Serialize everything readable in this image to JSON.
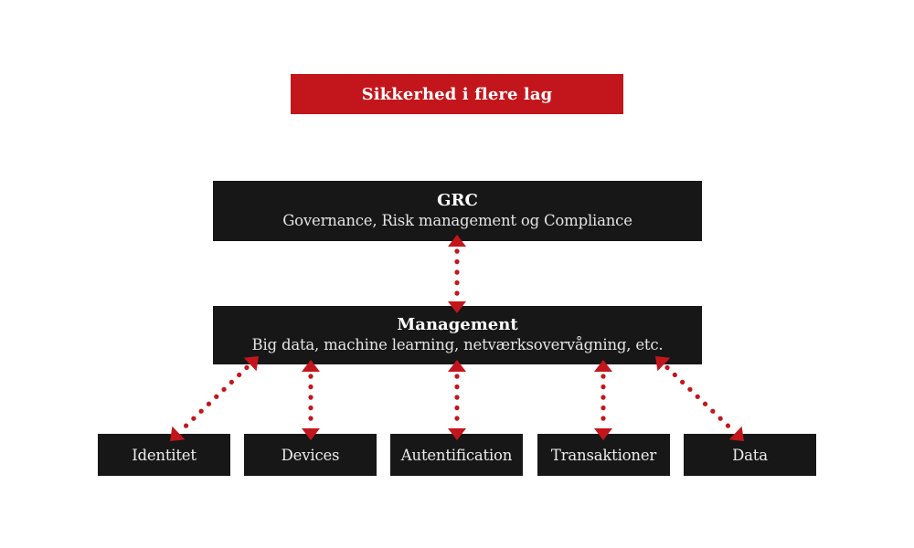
{
  "banner": {
    "title": "Sikkerhed i flere lag"
  },
  "nodes": {
    "grc": {
      "title": "GRC",
      "subtitle": "Governance, Risk management og Compliance"
    },
    "management": {
      "title": "Management",
      "subtitle": "Big data, machine learning, netværksovervågning, etc."
    },
    "leaves": [
      {
        "label": "Identitet"
      },
      {
        "label": "Devices"
      },
      {
        "label": "Autentification"
      },
      {
        "label": "Transaktioner"
      },
      {
        "label": "Data"
      }
    ]
  },
  "edges": [
    {
      "from": "GRC",
      "to": "Management",
      "style": "dotted-double-arrow"
    },
    {
      "from": "Management",
      "to": "Identitet",
      "style": "dotted-double-arrow"
    },
    {
      "from": "Management",
      "to": "Devices",
      "style": "dotted-double-arrow"
    },
    {
      "from": "Management",
      "to": "Autentification",
      "style": "dotted-double-arrow"
    },
    {
      "from": "Management",
      "to": "Transaktioner",
      "style": "dotted-double-arrow"
    },
    {
      "from": "Management",
      "to": "Data",
      "style": "dotted-double-arrow"
    }
  ],
  "colors": {
    "accent_red": "#c3161c",
    "box_dark": "#171717",
    "title_text": "#ffffff",
    "subtitle_text": "#e4e4e4"
  }
}
